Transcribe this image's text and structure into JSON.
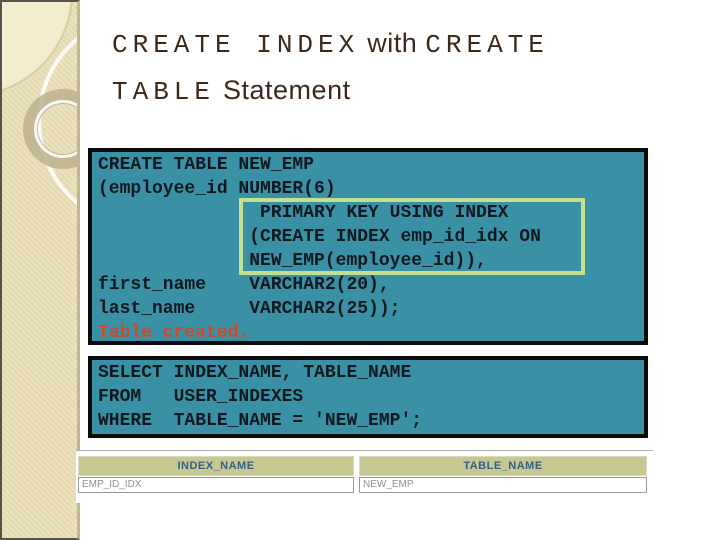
{
  "title": {
    "seg1": "CREATE INDEX",
    "seg2": " with ",
    "seg3": "CREATE TABLE",
    "seg4": " Statement"
  },
  "code1": {
    "lines": [
      "CREATE TABLE NEW_EMP",
      "(employee_id NUMBER(6)",
      "               PRIMARY KEY USING INDEX",
      "              (CREATE INDEX emp_id_idx ON",
      "              NEW_EMP(employee_id)),",
      "first_name    VARCHAR2(20),",
      "last_name     VARCHAR2(25));"
    ],
    "status": "Table created."
  },
  "code2": {
    "lines": [
      "SELECT INDEX_NAME, TABLE_NAME",
      "FROM   USER_INDEXES",
      "WHERE  TABLE_NAME = 'NEW_EMP';"
    ]
  },
  "result_table": {
    "columns": [
      "INDEX_NAME",
      "TABLE_NAME"
    ],
    "rows": [
      [
        "EMP_ID_IDX",
        "NEW_EMP"
      ]
    ]
  },
  "colors": {
    "code_block_background": "#3A91A6",
    "code_block_border": "#0b0b0b",
    "highlight_border": "#C2E090",
    "status_text": "#D04A2A",
    "title_text": "#3F2817",
    "sidebar_background": "#E8DDB3",
    "table_header_background": "#C7C792",
    "table_header_text": "#336088",
    "table_data_text": "#8f8f8f"
  }
}
